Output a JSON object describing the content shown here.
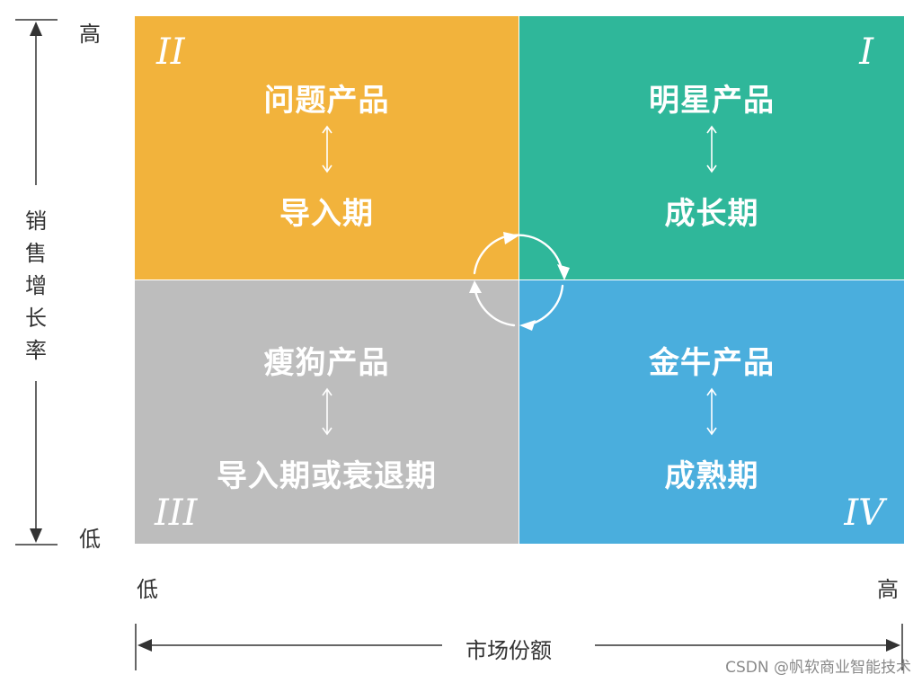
{
  "quadrants": {
    "q1": {
      "numeral": "I",
      "title": "明星产品",
      "phase": "成长期",
      "color": "#2fb79a"
    },
    "q2": {
      "numeral": "II",
      "title": "问题产品",
      "phase": "导入期",
      "color": "#f2b33c"
    },
    "q3": {
      "numeral": "III",
      "title": "瘦狗产品",
      "phase": "导入期或衰退期",
      "color": "#bdbdbd"
    },
    "q4": {
      "numeral": "IV",
      "title": "金牛产品",
      "phase": "成熟期",
      "color": "#4aaedd"
    }
  },
  "y_axis": {
    "label_chars": [
      "销",
      "售",
      "增",
      "长",
      "率"
    ],
    "high": "高",
    "low": "低"
  },
  "x_axis": {
    "label": "市场份额",
    "high": "高",
    "low": "低"
  },
  "watermark": "CSDN @帆软商业智能技术"
}
